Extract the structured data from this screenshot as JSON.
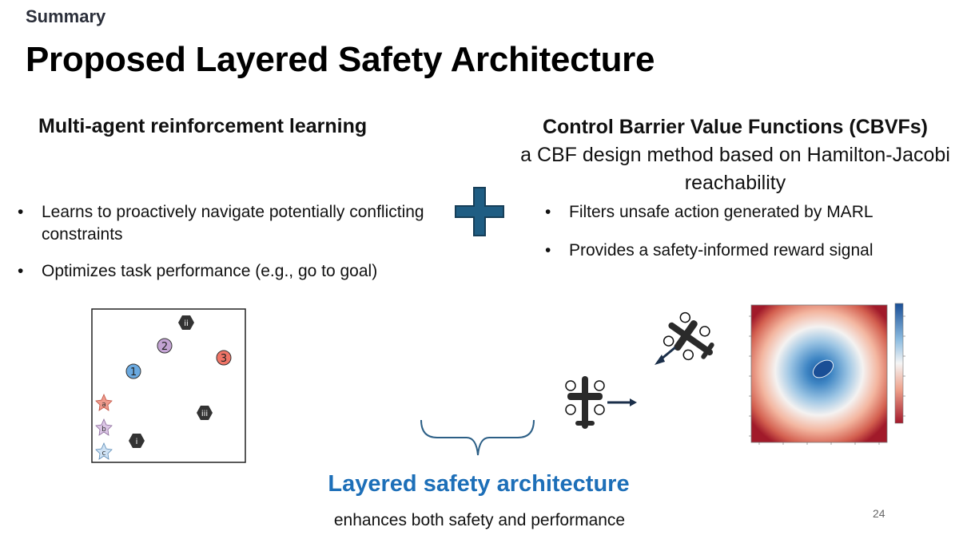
{
  "kicker": "Summary",
  "title": "Proposed Layered Safety Architecture",
  "left": {
    "heading": "Multi-agent reinforcement learning",
    "bullets": [
      "Learns to proactively navigate potentially conflicting constraints",
      "Optimizes task performance (e.g., go to goal)"
    ]
  },
  "right": {
    "heading_bold": "Control Barrier Value Functions (CBVFs)",
    "heading_rest": "a CBF design method based on Hamilton-Jacobi reachability",
    "bullets": [
      "Filters unsafe action generated by MARL",
      "Provides a safety-informed reward signal"
    ]
  },
  "environment": {
    "agents": [
      "1",
      "2",
      "3"
    ],
    "obstacles": [
      "i",
      "ii",
      "iii"
    ],
    "goals": [
      "a",
      "b",
      "c"
    ]
  },
  "bottom": {
    "heading": "Layered safety architecture",
    "subheading": "enhances both safety and performance"
  },
  "slide_number": "24",
  "colors": {
    "accent_blue": "#1d6fb8",
    "plus_fill": "#1f5d83",
    "agent_1": "#6aa9e0",
    "agent_2": "#c3a3d3",
    "agent_3": "#ef7466"
  }
}
